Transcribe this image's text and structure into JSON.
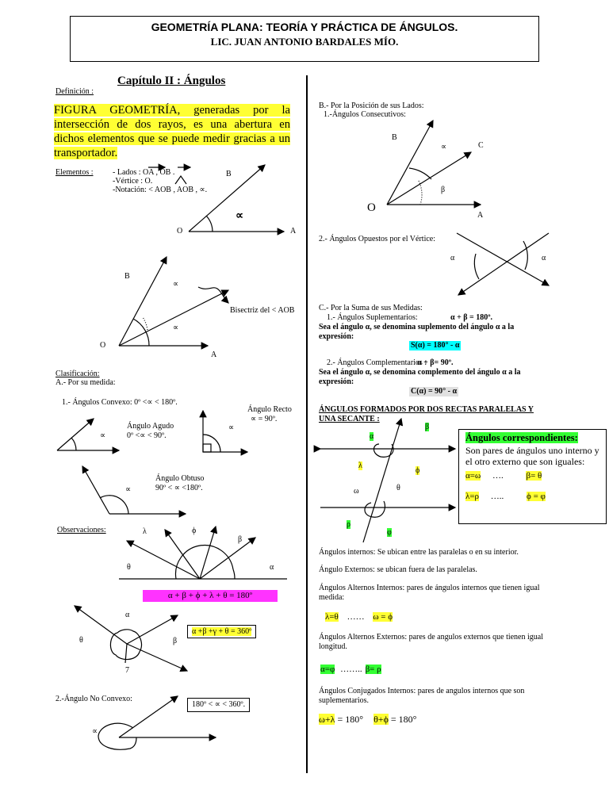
{
  "header": {
    "title": "GEOMETRÍA PLANA: TEORÍA Y PRÁCTICA DE ÁNGULOS.",
    "author": "LIC. JUAN ANTONIO BARDALES MÍO."
  },
  "left": {
    "chapter": "Capítulo II : Ángulos",
    "definition_label": "Definición :",
    "definition_text": "FIGURA GEOMETRÍA, generadas por la intersección de dos rayos, es una abertura en dichos elementos que se puede medir gracias a un transportador.",
    "elements_label": "Elementos :",
    "elements_lines": {
      "lados": "- Lados :  OA ,   OB  .",
      "vertice": "-Vértice :  O.",
      "notacion": "-Notación: < AOB , AOB , ∝."
    },
    "fig1": {
      "b": "B",
      "alpha": "∝",
      "o": "O",
      "a": "A"
    },
    "fig2": {
      "b": "B",
      "alpha1": "∝",
      "alpha2": "∝",
      "o": "O",
      "a": "A",
      "bisectriz": "Bisectriz del  < AOB"
    },
    "clasificacion_label": "Clasificación:",
    "por_medida": "A.- Por su medida:",
    "convexo": "1.- Ángulos Convexo:  0º <∝  < 180º.",
    "agudo_title": "Ángulo Agudo",
    "agudo_range": "0º <∝  < 90º.",
    "agudo_alpha": "∝",
    "recto_title": "Ángulo Recto",
    "recto_value": "∝ = 90º.",
    "recto_alpha": "∝",
    "obtuso_title": "Ángulo Obtuso",
    "obtuso_range": "90º < ∝ <180º.",
    "obtuso_alpha": "∝",
    "observaciones_label": "Observaciones:",
    "obs1": {
      "lambda": "λ",
      "phi": "ϕ",
      "beta": "β",
      "theta": "θ",
      "alpha": "α",
      "sum": "α + β + ϕ + λ + θ = 180º"
    },
    "obs2": {
      "alpha": "α",
      "theta": "θ",
      "beta": "β",
      "gamma": "7",
      "sum": "α +β +γ + θ = 360º"
    },
    "no_convexo": "2.-Ángulo No Convexo:",
    "no_convexo_range": "180º < ∝  < 360º.",
    "no_convexo_alpha": "∝"
  },
  "right": {
    "posicion": "B.- Por la Posición de sus Lados:",
    "consecutivos": "1.-Ángulos Consecutivos:",
    "cons_fig": {
      "b": "B",
      "alpha": "∝",
      "c": "C",
      "beta": "β",
      "o": "O",
      "a": "A"
    },
    "opuestos": "2.- Ángulos Opuestos por el Vértice:",
    "opuestos_fig": {
      "alpha_left": "α",
      "alpha_right": "α"
    },
    "suma": "C.- Por la Suma de sus Medidas:",
    "suplementarios": "1.- Ángulos Suplementarios:",
    "supl_formula": "α + β = 180º.",
    "supl_text": "Sea el ángulo α, se denomina suplemento del ángulo α a la expresión:",
    "supl_expr": "S(α) = 180° - α",
    "complementarios": "2.- Ángulos Complementarios :",
    "comp_formula": "α + β= 90º.",
    "comp_text": "Sea el ángulo α, se denomina complemento del ángulo α a la expresión:",
    "comp_expr": "C(α) = 90° - α",
    "paralelas_title": "ÁNGULOS FORMADOS POR DOS RECTAS PARALELAS Y UNA SECANTE :",
    "par_fig": {
      "alpha": "α",
      "beta": "β",
      "lambda": "λ",
      "phi": "ϕ",
      "omega": "ω",
      "theta": "θ",
      "rho": "ρ",
      "varphi": "φ"
    },
    "corr_title": "Ángulos correspondientes:",
    "corr_text": "Son pares de ángulos uno interno y el otro externo que son iguales:",
    "corr_eq1a": "α=ω",
    "corr_dots1": "….",
    "corr_eq1b": "β= θ",
    "corr_eq2a": "λ=ρ",
    "corr_dots2": "…..",
    "corr_eq2b": "ϕ = φ",
    "internos": "Ángulos internos: Se ubican entre las paralelas o en su interior.",
    "externos": "Ángulo Externos: se ubican fuera de las paralelas.",
    "alt_int": "Ángulos Alternos Internos: pares de ángulos internos que tienen igual medida:",
    "alt_int_eq1": "λ=θ",
    "alt_int_dots": "……",
    "alt_int_eq2": "ω = ϕ",
    "alt_ext": "Ángulos Alternos Externos: pares de angulos externos que tienen igual longitud.",
    "alt_ext_eq1": "α=φ",
    "alt_ext_dots": "……..",
    "alt_ext_eq2": "β= ρ",
    "conj": "Ángulos Conjugados Internos: pares de angulos internos que son suplementarios.",
    "conj_eq1a": "ω+λ",
    "conj_eq1b": " = 180°",
    "conj_eq2a": "θ+ϕ",
    "conj_eq2b": " = 180°"
  }
}
